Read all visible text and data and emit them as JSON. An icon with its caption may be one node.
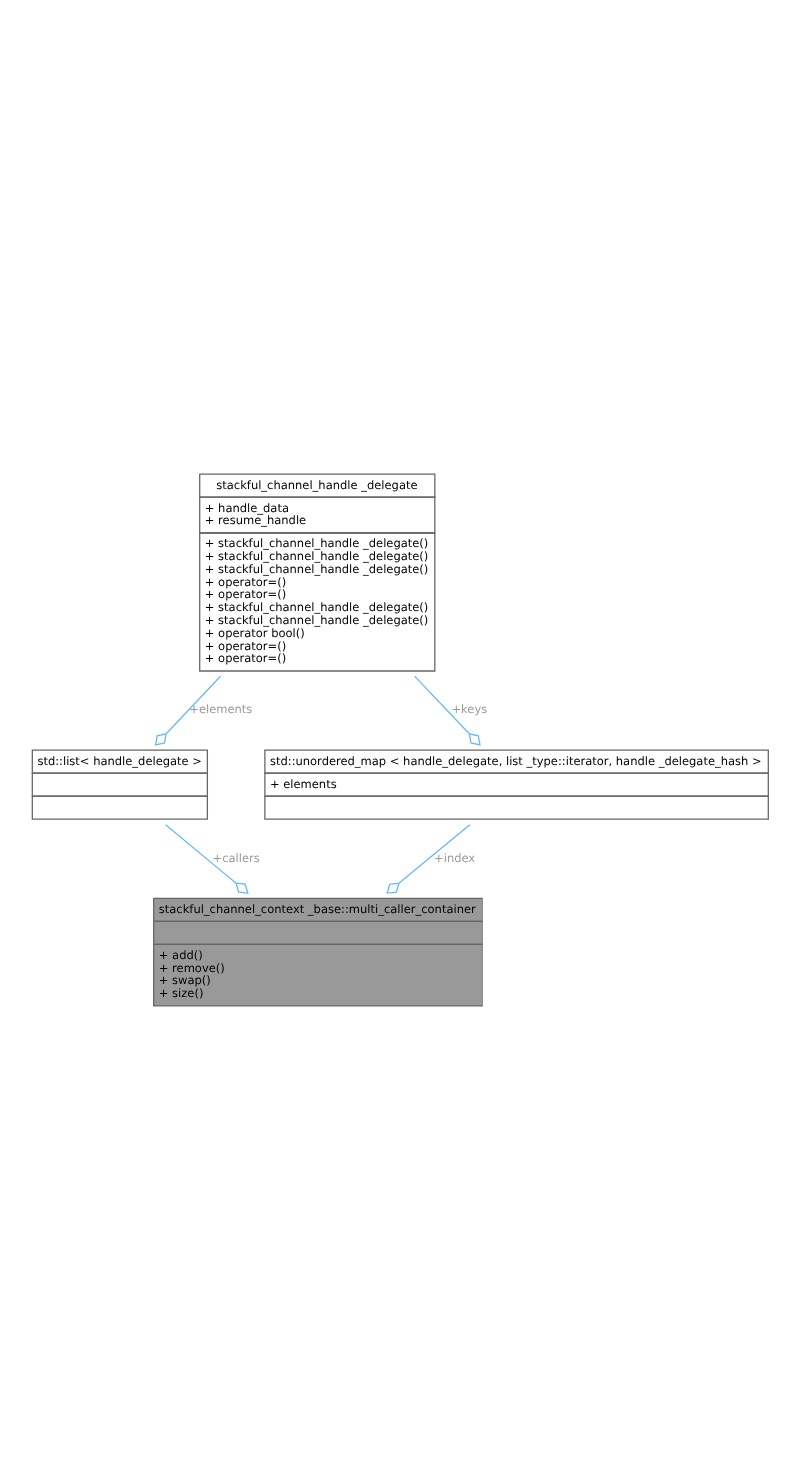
{
  "diagram": {
    "nodes": [
      {
        "text": [
          "stackful_channel_handle _delegate",
          "+ handle_data",
          "+ resume_handle",
          "+ stackful_channel_handle _delegate()",
          "+ stackful_channel_handle _delegate()",
          "+ stackful_channel_handle _delegate()",
          "+ operator=()",
          "+ operator=()",
          "+ stackful_channel_handle _delegate()",
          "+ stackful_channel_handle _delegate()",
          "+ operator bool()",
          "+ operator=()",
          "+ operator=()"
        ]
      },
      {
        "text": [
          "std::list< handle_delegate >"
        ]
      },
      {
        "text": [
          "std::unordered_map < handle_delegate, list _type::iterator, handle _delegate_hash >",
          "+ elements"
        ]
      },
      {
        "text": [
          "stackful_channel_context _base::multi_caller_container",
          "+ add()",
          "+ remove()",
          "+ swap()",
          "+ size()"
        ]
      }
    ],
    "edges": [
      {
        "from": 0,
        "to": 1,
        "arrow": "other",
        "label": "+elements"
      },
      {
        "from": 0,
        "to": 2,
        "arrow": "other",
        "label": "+keys"
      },
      {
        "from": 1,
        "to": 3,
        "arrow": "other",
        "label": "+callers"
      },
      {
        "from": 2,
        "to": 3,
        "arrow": "other",
        "label": "+index"
      }
    ]
  }
}
